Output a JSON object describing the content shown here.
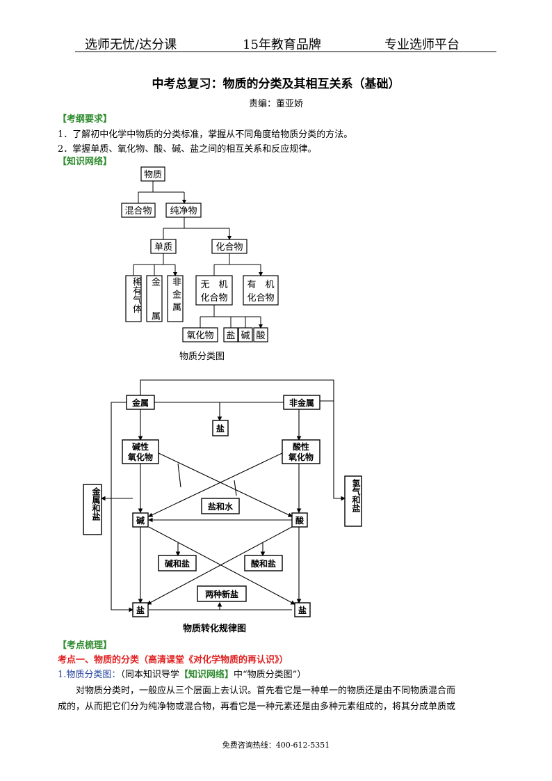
{
  "header": {
    "left": "选师无忧/达分课",
    "center": "15年教育品牌",
    "right": "专业选师平台"
  },
  "title": "中考总复习：物质的分类及其相互关系（基础）",
  "author": "责编：董亚娇",
  "sections": {
    "outline_heading": "【考纲要求】",
    "outline_items": [
      "1．了解初中化学中物质的分类标准，掌握从不同角度给物质分类的方法。",
      "2．掌握单质、氧化物、酸、碱、盐之间的相互关系和反应规律。"
    ],
    "network_heading": "【知识网络】",
    "review_heading": "【考点梳理】"
  },
  "tree": {
    "nodes": {
      "substance": "物质",
      "mixture": "混合物",
      "pure": "纯净物",
      "element": "单质",
      "compound": "化合物",
      "rare_gas": "稀有气体",
      "metal": "金属",
      "nonmetal": "非金属",
      "inorganic_1": "无　机",
      "inorganic_2": "化合物",
      "organic_1": "有　机",
      "organic_2": "化合物",
      "oxide": "氧化物",
      "salt": "盐",
      "base": "碱",
      "acid": "酸"
    },
    "caption": "物质分类图"
  },
  "conversion": {
    "nodes": {
      "metal": "金属",
      "nonmetal": "非金属",
      "salt_top": "盐",
      "basic_oxide_1": "碱性",
      "basic_oxide_2": "氧化物",
      "acidic_oxide_1": "酸性",
      "acidic_oxide_2": "氧化物",
      "salt_water": "盐和水",
      "base": "碱",
      "acid": "酸",
      "metal_salt": "金属和盐",
      "hydrogen_salt": "氢气和盐",
      "base_salt": "碱和盐",
      "acid_salt": "酸和盐",
      "two_salts": "两种新盐",
      "salt_bl": "盐",
      "salt_br": "盐"
    },
    "caption": "物质转化规律图"
  },
  "point1": {
    "title": "考点一、物质的分类",
    "title_paren": "（高清课堂《对化学物质的再认识》）",
    "sub_label": "1.物质分类图：",
    "sub_text_a": "（同本知识导学",
    "sub_text_b": "【知识网络】",
    "sub_text_c": "中“物质分类图”）",
    "body_line1": "对物质分类时，一般应从三个层面上去认识。首先看它是一种单一的物质还是由不同物质混合而",
    "body_line2": "成的，从而把它们分为纯净物或混合物，再看它是一种元素还是由多种元素组成的，将其分成单质或"
  },
  "footer": "免费咨询热线：400-612-5351"
}
